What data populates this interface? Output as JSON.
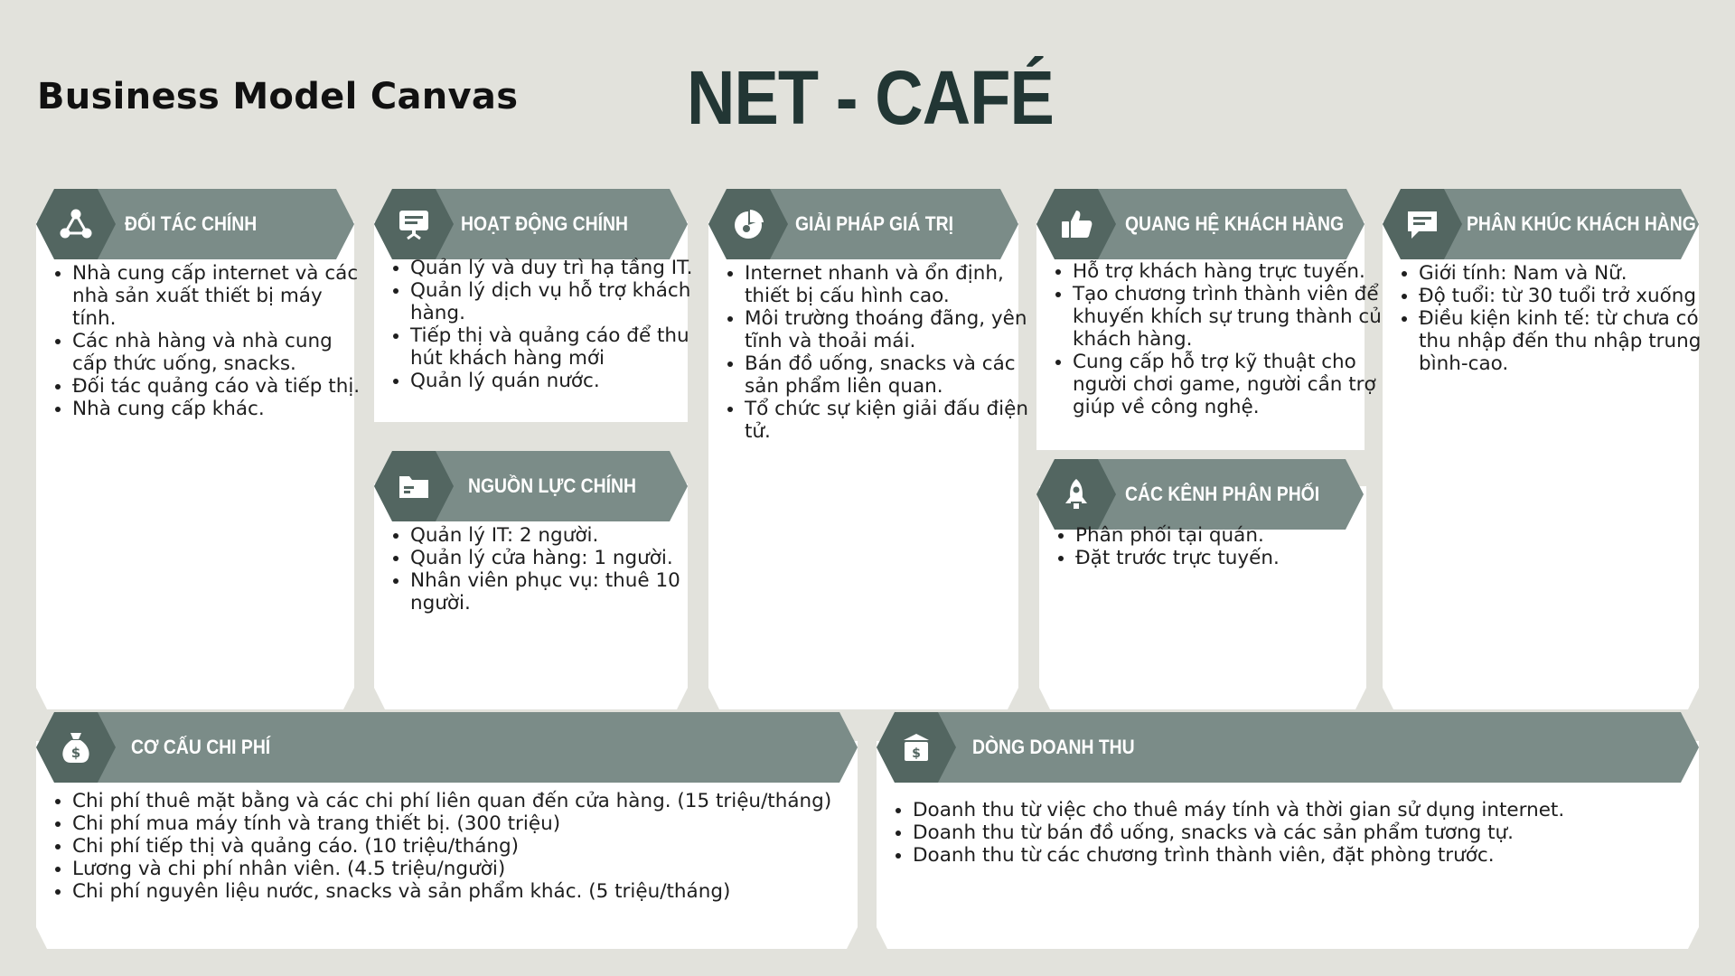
{
  "header": {
    "label": "Business Model Canvas",
    "title": "NET - CAFÉ"
  },
  "key_partners": {
    "title": "ĐỐI TÁC CHÍNH",
    "icon": "network-icon",
    "items": [
      "Nhà cung cấp internet và các nhà sản xuất thiết bị máy tính.",
      "Các nhà hàng và nhà cung cấp thức uống, snacks.",
      "Đối tác quảng cáo và tiếp thị.",
      "Nhà cung cấp khác."
    ]
  },
  "key_activities": {
    "title": "HOẠT ĐỘNG CHÍNH",
    "icon": "presentation-icon",
    "items": [
      "Quản lý và duy trì hạ tầng IT.",
      "Quản lý dịch vụ hỗ trợ khách hàng.",
      "Tiếp thị và quảng cáo để thu hút khách hàng mới",
      "Quản lý quán nước."
    ]
  },
  "key_resources": {
    "title": "NGUỒN LỰC CHÍNH",
    "icon": "folder-icon",
    "items": [
      "Quản lý IT: 2 người.",
      "Quản lý cửa hàng: 1 người.",
      "Nhân viên phục vụ: thuê 10 người."
    ]
  },
  "value_propositions": {
    "title": "GIẢI PHÁP GIÁ TRỊ",
    "icon": "pie-chart-icon",
    "items": [
      "Internet nhanh và ổn định, thiết bị cấu hình cao.",
      "Môi trường thoáng đãng, yên tĩnh và thoải mái.",
      "Bán đồ uống, snacks và các sản phẩm liên quan.",
      "Tổ chức sự kiện giải đấu điện tử."
    ]
  },
  "customer_relationships": {
    "title": "QUANG HỆ KHÁCH HÀNG",
    "icon": "thumbs-up-icon",
    "items": [
      "Hỗ trợ khách hàng trực tuyến.",
      "Tạo chương trình thành viên để khuyến khích sự trung thành của khách hàng.",
      "Cung cấp hỗ trợ kỹ thuật cho người chơi game, người cần trợ giúp về công nghệ."
    ]
  },
  "channels": {
    "title": "CÁC KÊNH PHÂN PHỐI",
    "icon": "rocket-icon",
    "items": [
      "Phân phối tại quán.",
      "Đặt trước trực tuyến."
    ]
  },
  "customer_segments": {
    "title": "PHÂN KHÚC KHÁCH HÀNG",
    "icon": "chat-icon",
    "items": [
      "Giới tính: Nam và Nữ.",
      "Độ tuổi: từ 30 tuổi trở xuống",
      "Điều kiện kinh tế: từ chưa có thu nhập đến thu nhập trung bình-cao."
    ]
  },
  "cost_structure": {
    "title": "CƠ CẤU CHI PHÍ",
    "icon": "money-bag-icon",
    "items": [
      "Chi phí thuê mặt bằng và các chi phí liên quan đến cửa hàng. (15 triệu/tháng)",
      "Chi phí mua máy tính và trang thiết bị. (300 triệu)",
      "Chi phí tiếp thị và quảng cáo. (10 triệu/tháng)",
      "Lương và chi phí nhân viên. (4.5 triệu/người)",
      "Chi phí nguyên liệu nước, snacks và sản phẩm khác. (5 triệu/tháng)"
    ]
  },
  "revenue_streams": {
    "title": "DÒNG DOANH THU",
    "icon": "cash-register-icon",
    "items": [
      "Doanh thu từ việc cho thuê máy tính và thời gian sử dụng internet.",
      "Doanh thu từ bán đồ uống, snacks và các sản phẩm tương tự.",
      "Doanh thu từ các chương trình thành viên, đặt phòng trước."
    ]
  }
}
